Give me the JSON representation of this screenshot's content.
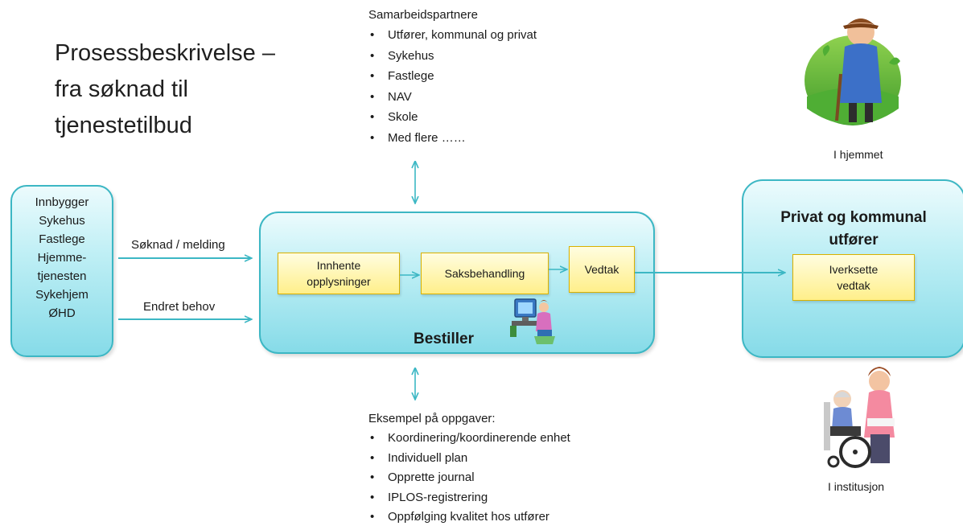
{
  "title": {
    "lines": [
      "Prosessbeskrivelse –",
      "fra søknad til",
      "tjenestetilbud"
    ]
  },
  "partners": {
    "heading": "Samarbeidspartnere",
    "items": [
      "Utfører, kommunal og privat",
      "Sykehus",
      "Fastlege",
      "NAV",
      "Skole",
      "Med flere ……"
    ]
  },
  "inputs": {
    "lines": [
      "Innbygger",
      "Sykehus",
      "Fastlege",
      "Hjemme-",
      "tjenesten",
      "Sykehjem",
      "ØHD"
    ]
  },
  "arrows": {
    "application_label": "Søknad / melding",
    "changed_need_label": "Endret behov"
  },
  "bestiller": {
    "label": "Bestiller",
    "steps": {
      "gather_line1": "Innhente",
      "gather_line2": "opplysninger",
      "casework": "Saksbehandling",
      "decision": "Vedtak"
    }
  },
  "provider": {
    "title_line1": "Privat og kommunal",
    "title_line2": "utfører",
    "step_line1": "Iverksette",
    "step_line2": "vedtak"
  },
  "captions": {
    "home": "I hjemmet",
    "institution": "I institusjon"
  },
  "tasks": {
    "heading": "Eksempel på oppgaver:",
    "items": [
      "Koordinering/koordinerende enhet",
      "Individuell plan",
      "Opprette journal",
      "IPLOS-registrering",
      "Oppfølging kvalitet hos utfører"
    ]
  },
  "colors": {
    "box_border": "#3cb7c4",
    "box_fill": "#bfeff5",
    "step_fill": "#ffef8a",
    "step_border": "#d9b100",
    "arrow": "#3cb7c4"
  },
  "icons": {
    "home_illustration": "elderly-man-icon",
    "institution_illustration": "wheelchair-caregiver-icon",
    "clerk_illustration": "office-worker-icon"
  }
}
